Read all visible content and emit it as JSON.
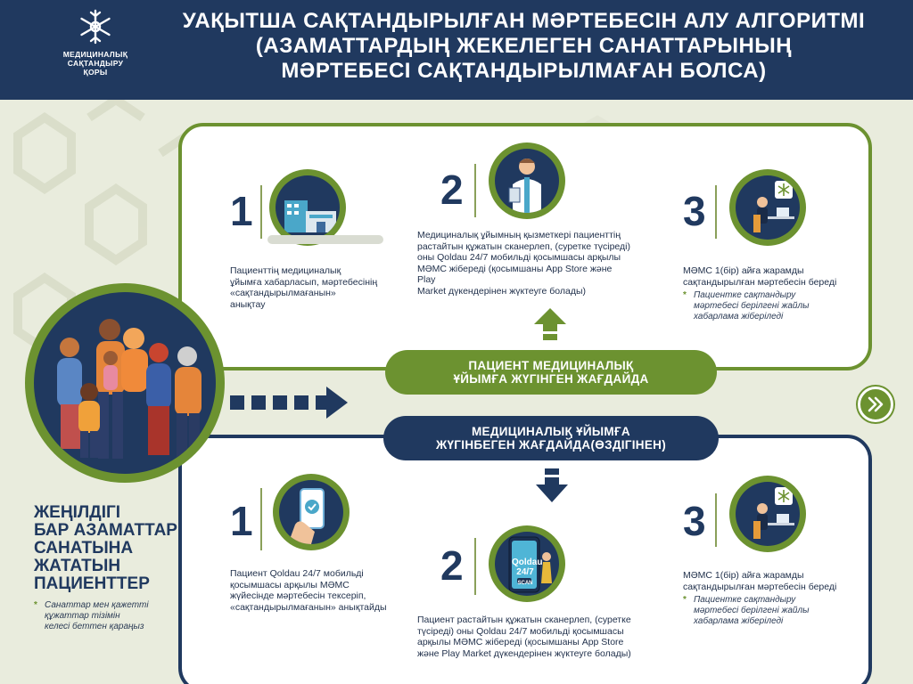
{
  "header": {
    "logo_lines": [
      "МЕДИЦИНАЛЫҚ",
      "САҚТАНДЫРУ",
      "ҚОРЫ"
    ],
    "title_lines": [
      "УАҚЫТША САҚТАНДЫРЫЛҒАН МӘРТЕБЕСІН АЛУ АЛГОРИТМІ",
      "(АЗАМАТТАРДЫҢ ЖЕКЕЛЕГЕН САНАТТАРЫНЫҢ",
      "МӘРТЕБЕСІ САҚТАНДЫРЫЛМАҒАН БОЛСА)"
    ]
  },
  "colors": {
    "navy": "#20395f",
    "green": "#6c9230",
    "background": "#e9ecdd"
  },
  "left": {
    "title_lines": [
      "ЖЕҢІЛДІГІ",
      "БАР АЗАМАТТАР",
      "САНАТЫНА",
      "ЖАТАТЫН",
      "ПАЦИЕНТТЕР"
    ],
    "note_lines": [
      "Санаттар мен қажетті",
      "құжаттар тізімін",
      "келесі беттен қараңыз"
    ],
    "icon": "family-icon"
  },
  "pills": {
    "visited": [
      "ПАЦИЕНТ МЕДИЦИНАЛЫҚ",
      "ҰЙЫМҒА ЖҮГІНГЕН ЖАҒДАЙДА"
    ],
    "not_visited": [
      "МЕДИЦИНАЛЫҚ ҰЙЫМҒА",
      "ЖҮГІНБЕГЕН ЖАҒДАЙДА(ӨЗДІГІНЕН)"
    ]
  },
  "top_steps": [
    {
      "number": "1",
      "icon": "hospital-icon",
      "text_lines": [
        "Пациенттің медициналық",
        "ұйымға хабарласып, мәртебесінің",
        "«сақтандырылмағанын»",
        "анықтау"
      ]
    },
    {
      "number": "2",
      "icon": "doctor-icon",
      "text_lines": [
        "Медициналық ұйымның қызметкері пациенттің",
        "растайтын құжатын сканерлеп, (суретке түсіреді)",
        "оны Qoldau 24/7 мобильді қосымшасы арқылы",
        "МӘМС жібереді (қосымшаны App Store және Play",
        "Market дүкендерінен жүктеуге болады)"
      ]
    },
    {
      "number": "3",
      "icon": "office-worker-icon",
      "text_lines": [
        "МӘМС 1(бір) айға жарамды",
        "сақтандырылған мәртебесін береді"
      ],
      "note_lines": [
        "Пациентке сақтандыру",
        "мәртебесі берілгені жайлы",
        "хабарлама жіберіледі"
      ]
    }
  ],
  "bottom_steps": [
    {
      "number": "1",
      "icon": "phone-hand-icon",
      "text_lines": [
        "Пациент Qoldau 24/7 мобильді",
        "қосымшасы арқылы МӘМС",
        "жүйесінде мәртебесін тексеріп,",
        "«сақтандырылмағанын» анықтайды"
      ]
    },
    {
      "number": "2",
      "icon": "qoldau-app-icon",
      "app_label_lines": [
        "Qoldau",
        "24/7"
      ],
      "app_button": "SCAN",
      "text_lines": [
        "Пациент растайтын құжатын сканерлеп, (суретке",
        "түсіреді) оны Qoldau 24/7 мобильді қосымшасы",
        "арқылы МӘМС жібереді (қосымшаны App Store",
        "және Play Market дүкендерінен жүктеуге болады)"
      ]
    },
    {
      "number": "3",
      "icon": "office-worker-icon",
      "text_lines": [
        "МӘМС 1(бір) айға жарамды",
        "сақтандырылған мәртебесін береді"
      ],
      "note_lines": [
        "Пациентке сақтандыру",
        "мәртебесі берілгені жайлы",
        "хабарлама жіберіледі"
      ]
    }
  ],
  "note_marker": "*"
}
